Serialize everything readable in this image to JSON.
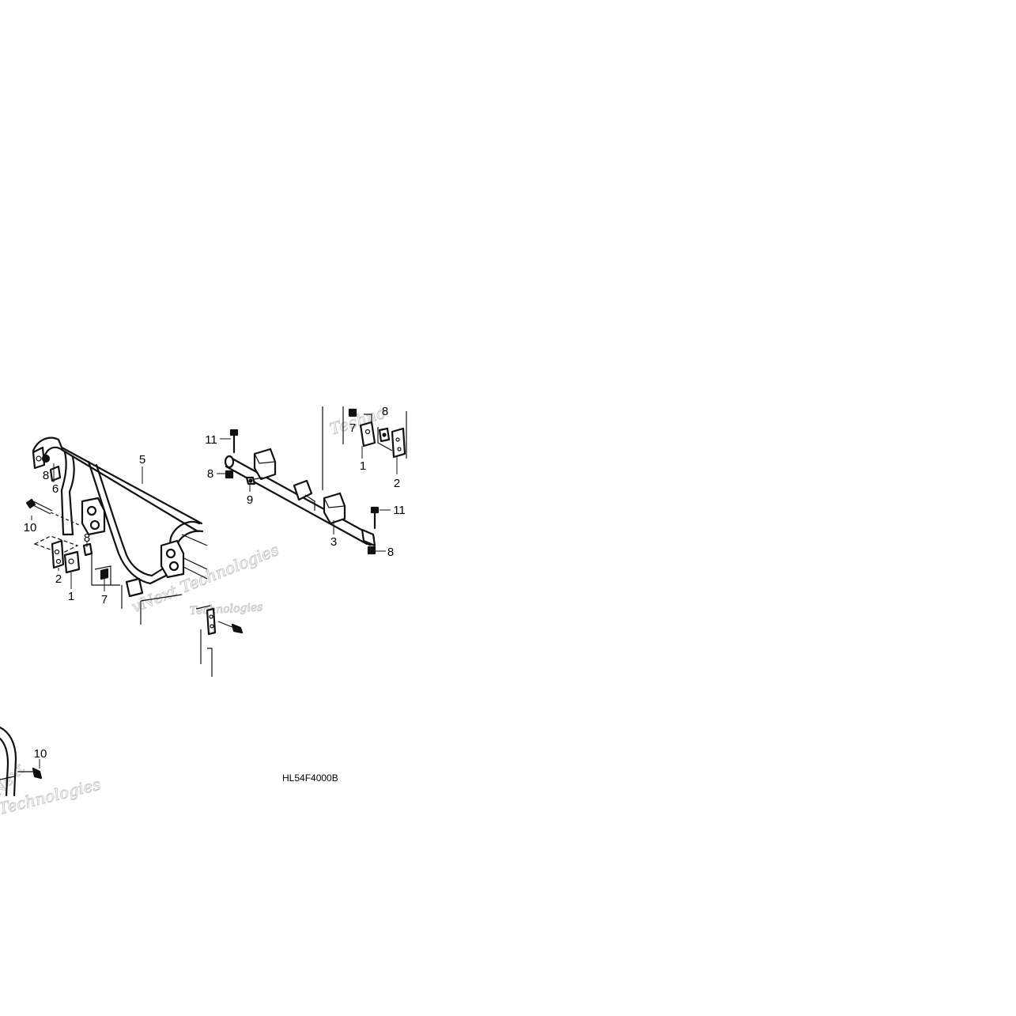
{
  "diagram_code": "HL54F4000B",
  "callouts": {
    "c5": "5",
    "c8a": "8",
    "c6": "6",
    "c10a": "10",
    "c8b": "8",
    "c2a": "2",
    "c1a": "1",
    "c7a": "7",
    "c11a": "11",
    "c8c": "8",
    "c9": "9",
    "c3": "3",
    "c11b": "11",
    "c8d": "8",
    "c7b": "7",
    "c8e": "8",
    "c1b": "1",
    "c2b": "2",
    "c10b": "10"
  },
  "watermark": {
    "w1": "Techno",
    "w2": "vNext Technologies",
    "w3": "Next",
    "w4": "Technologies",
    "w5": "Technologies"
  }
}
